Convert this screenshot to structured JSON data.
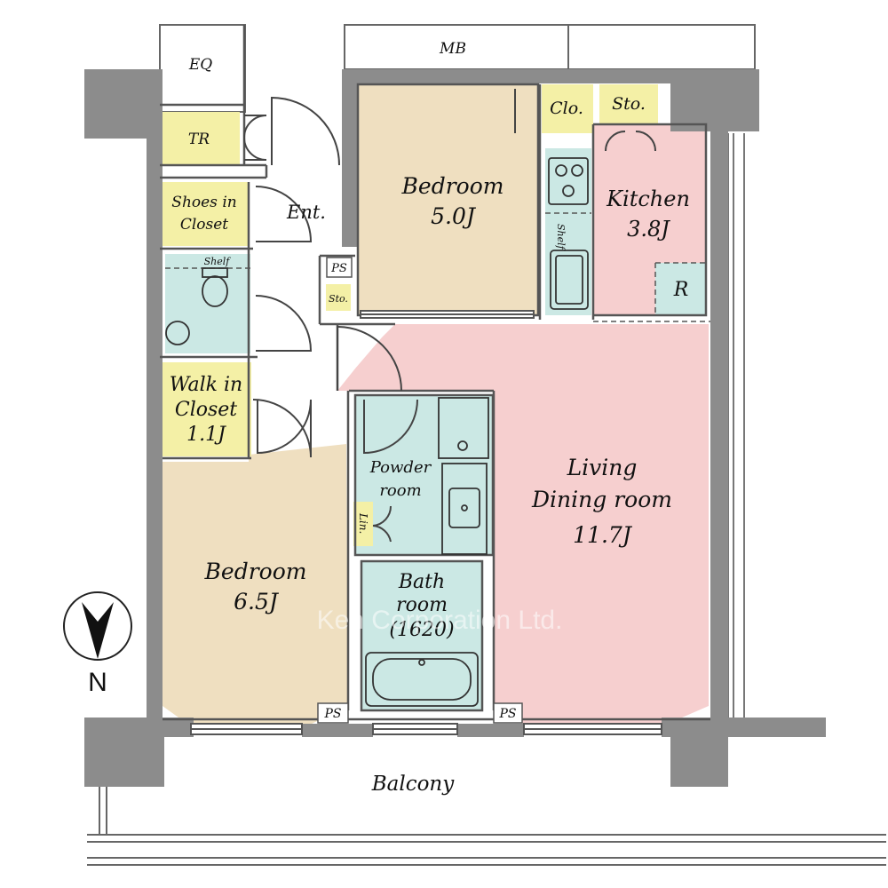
{
  "labels": {
    "eq": "EQ",
    "mb": "MB",
    "tr": "TR",
    "closet_small": "Clo.",
    "storage_top": "Sto.",
    "shoes_closet_1": "Shoes in",
    "shoes_closet_2": "Closet",
    "entrance": "Ent.",
    "ps_entrance": "PS",
    "storage_small": "Sto.",
    "toilet_shelf": "Shelf",
    "bedroom_north_name": "Bedroom",
    "bedroom_north_size": "5.0J",
    "kitchen_name": "Kitchen",
    "kitchen_size": "3.8J",
    "kitchen_shelf": "Shelf",
    "refrigerator": "R",
    "walk_in_1": "Walk in",
    "walk_in_2": "Closet",
    "walk_in_size": "1.1J",
    "powder_1": "Powder",
    "powder_2": "room",
    "linen": "Lin.",
    "bath_1": "Bath",
    "bath_2": "room",
    "bath_3": "(1620)",
    "living_1": "Living",
    "living_2": "Dining room",
    "living_size": "11.7J",
    "bedroom_south_name": "Bedroom",
    "bedroom_south_size": "6.5J",
    "ps_bedroom": "PS",
    "ps_living": "PS",
    "balcony": "Balcony",
    "north": "N",
    "watermark": "Ken Corporation Ltd."
  },
  "colors": {
    "bedroom": "#efdfc0",
    "living_kitchen": "#f6cfcf",
    "wet_area": "#cbe8e4",
    "storage": "#f4f0a6",
    "wall": "#8c8c8c"
  }
}
